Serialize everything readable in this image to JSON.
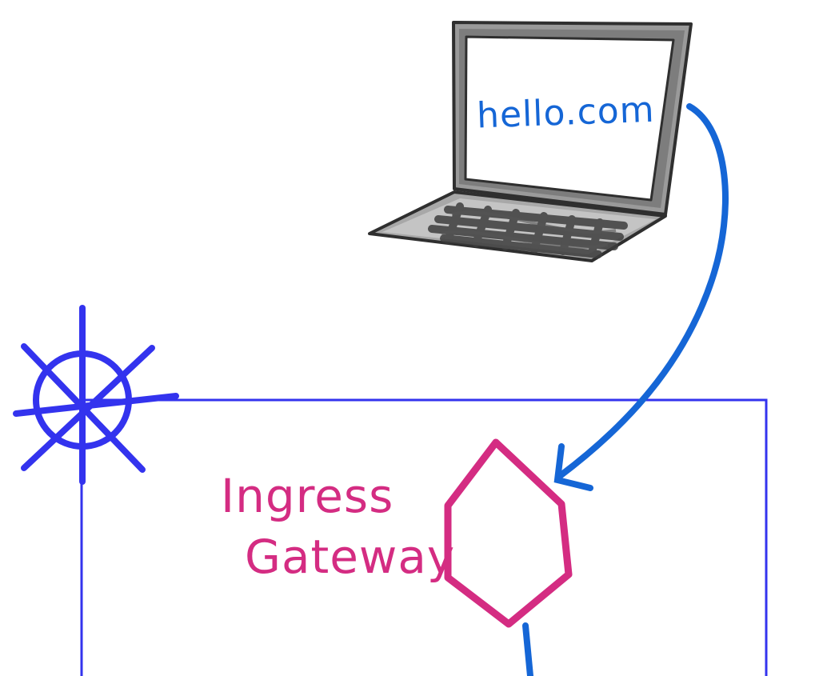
{
  "laptop": {
    "screen_text": "hello.com"
  },
  "gateway": {
    "label_line1": "Ingress",
    "label_line2": "Gateway"
  },
  "colors": {
    "cluster_blue": "#3333ee",
    "arrow_blue": "#1566d6",
    "gateway_pink": "#d42c82",
    "laptop_dark": "#3a3a3a",
    "laptop_mid": "#7a7a7a",
    "laptop_light": "#b8b8b8"
  },
  "icons": {
    "cluster": "kubernetes-helm-icon",
    "device": "laptop-icon",
    "gateway": "hexagon-icon"
  }
}
